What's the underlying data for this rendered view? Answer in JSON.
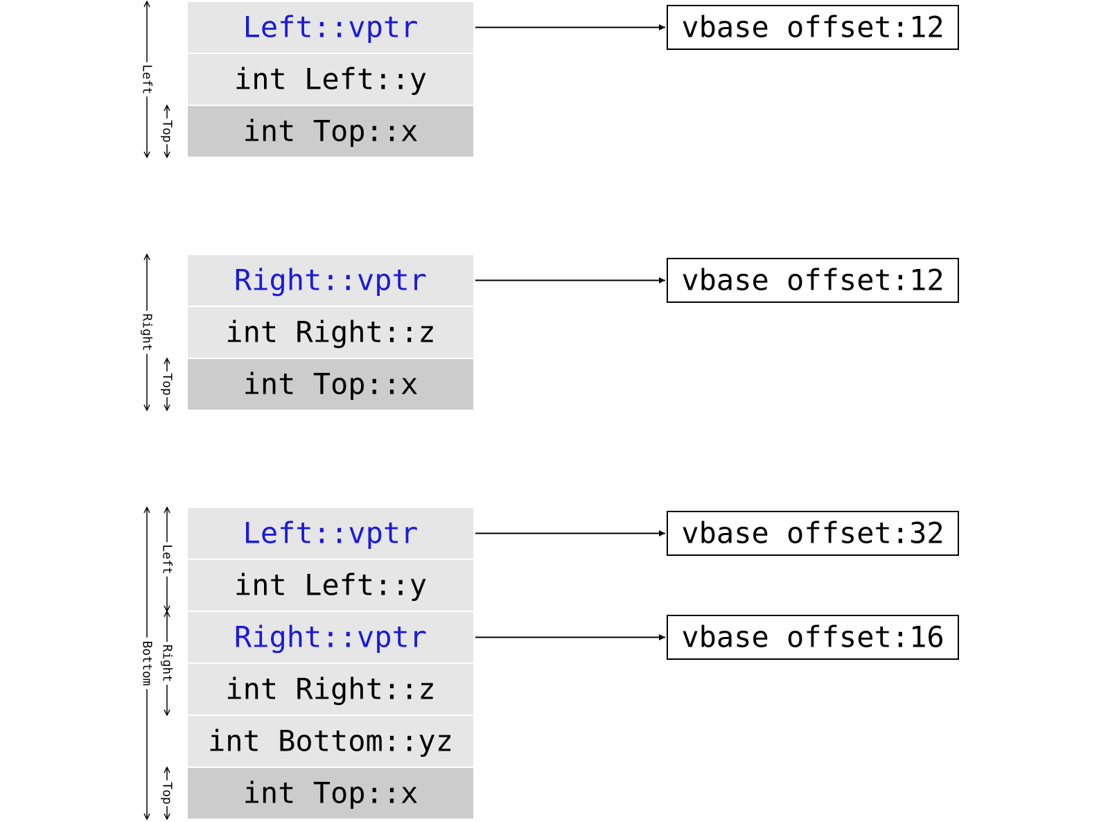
{
  "colors": {
    "cell_light": "#e6e6e6",
    "cell_dark": "#cccccc",
    "vptr_text": "#1a1adc",
    "text": "#000000",
    "cell_border": "#ffffff",
    "line": "#000000"
  },
  "diagrams": [
    {
      "id": "left",
      "cells": [
        {
          "text": "Left::vptr",
          "kind": "vptr"
        },
        {
          "text": "int Left::y",
          "kind": "member"
        },
        {
          "text": "int Top::x",
          "kind": "base"
        }
      ],
      "vtables": [
        {
          "row": 0,
          "text": "vbase offset:12"
        }
      ],
      "dims": [
        {
          "label": "Left",
          "col": 0,
          "from": 0,
          "to": 3
        },
        {
          "label": "Top",
          "col": 1,
          "from": 2,
          "to": 3
        }
      ]
    },
    {
      "id": "right",
      "cells": [
        {
          "text": "Right::vptr",
          "kind": "vptr"
        },
        {
          "text": "int Right::z",
          "kind": "member"
        },
        {
          "text": "int Top::x",
          "kind": "base"
        }
      ],
      "vtables": [
        {
          "row": 0,
          "text": "vbase offset:12"
        }
      ],
      "dims": [
        {
          "label": "Right",
          "col": 0,
          "from": 0,
          "to": 3
        },
        {
          "label": "Top",
          "col": 1,
          "from": 2,
          "to": 3
        }
      ]
    },
    {
      "id": "bottom",
      "cells": [
        {
          "text": "Left::vptr",
          "kind": "vptr"
        },
        {
          "text": "int Left::y",
          "kind": "member"
        },
        {
          "text": "Right::vptr",
          "kind": "vptr"
        },
        {
          "text": "int Right::z",
          "kind": "member"
        },
        {
          "text": "int Bottom::yz",
          "kind": "member"
        },
        {
          "text": "int Top::x",
          "kind": "base"
        }
      ],
      "vtables": [
        {
          "row": 0,
          "text": "vbase offset:32"
        },
        {
          "row": 2,
          "text": "vbase offset:16"
        }
      ],
      "dims": [
        {
          "label": "Bottom",
          "col": 0,
          "from": 0,
          "to": 6
        },
        {
          "label": "Left",
          "col": 1,
          "from": 0,
          "to": 2
        },
        {
          "label": "Right",
          "col": 1,
          "from": 2,
          "to": 4
        },
        {
          "label": "Top",
          "col": 1,
          "from": 5,
          "to": 6
        }
      ]
    }
  ]
}
